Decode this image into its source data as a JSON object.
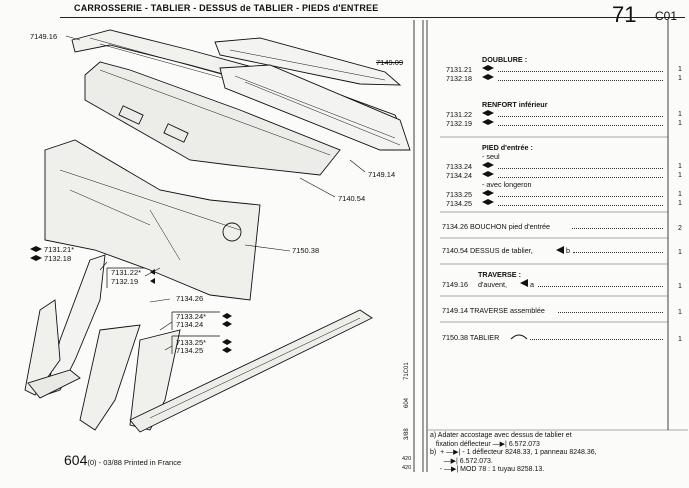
{
  "header": {
    "title": "CARROSSERIE - TABLIER - DESSUS de TABLIER - PIEDS d'ENTREE",
    "page": "71",
    "code": "C01"
  },
  "diagram_labels": {
    "l7149_16": "7149.16",
    "l7149_09": "7149.09",
    "l7149_14": "7149.14",
    "l7140_54": "7140.54",
    "l7150_38": "7150.38",
    "l7131_21a": "7131.21*",
    "l7132_18a": "7132.18",
    "l7131_22": "7131.22*",
    "l7132_19": "7132.19",
    "l7134_26": "7134.26",
    "l7133_24": "7133.24*",
    "l7134_24": "7134.24",
    "l7133_25": "7133.25*",
    "l7134_25": "7134.25"
  },
  "parts": {
    "doublure_title": "DOUBLURE :",
    "d1": "7131.21",
    "d2": "7132.18",
    "renfort_title": "RENFORT inférieur",
    "r1": "7131.22",
    "r2": "7132.19",
    "pied_title": "PIED d'entrée :",
    "seul": "- seul",
    "p1": "7133.24",
    "p2": "7134.24",
    "avec": "- avec longeron",
    "p3": "7133.25",
    "p4": "7134.25",
    "bouchon": "7134.26 BOUCHON pied d'entrée",
    "dessus": "7140.54 DESSUS de tablier,",
    "dessus_b": "b",
    "traverse_title": "TRAVERSE :",
    "traverse_num": "7149.16",
    "traverse_desc": "d'auvent,",
    "traverse_a": "a",
    "trav_ass": "7149.14 TRAVERSE assemblée",
    "tablier": "7150.38 TABLIER",
    "q1": "1",
    "q2": "1",
    "q3": "1",
    "q4": "1",
    "q5": "1",
    "q6": "1",
    "q7": "1",
    "q8": "1",
    "q9": "2",
    "q10": "1",
    "q11": "1",
    "q12": "1",
    "q13": "1"
  },
  "notes": {
    "a1": "a) Adater accostage avec dessus de tablier et",
    "a2": "fixation déflecteur",
    "a2b": "6.572.073",
    "b1": "b)",
    "b1t": "- 1 déflecteur 8248.33, 1 panneau 8248.36,",
    "b2": "6.572.073.",
    "b3": "MOD 78 : 1 tuyau 8258.13."
  },
  "footer": {
    "model": "604",
    "edition": "(0) - 03/88 Printed in France"
  },
  "side_codes": {
    "c1": "71C01",
    "c2": "604",
    "c3": "3/88",
    "c4": "420",
    "c5": "420"
  }
}
